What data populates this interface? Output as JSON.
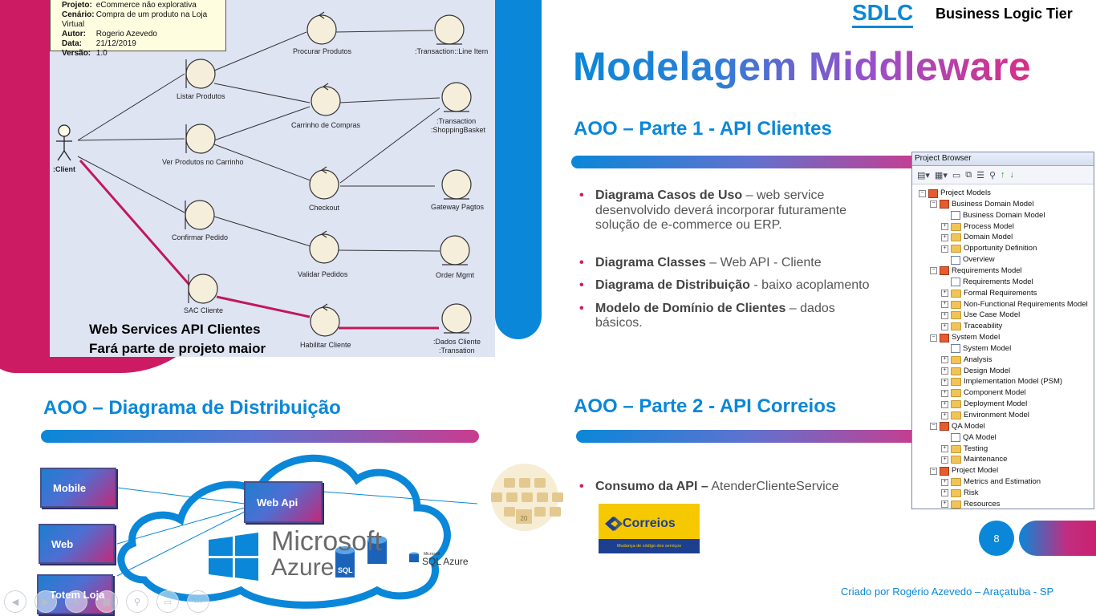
{
  "header": {
    "sdlc": "SDLC",
    "tier": "Business Logic Tier",
    "title": "Modelagem Middleware"
  },
  "uml": {
    "note": {
      "rows": [
        {
          "k": "Projeto:",
          "v": "eCommerce não explorativa"
        },
        {
          "k": "Cenário:",
          "v": "Compra de um produto na Loja Virtual"
        },
        {
          "k": "Autor:",
          "v": "Rogerio Azevedo"
        },
        {
          "k": "Data:",
          "v": "21/12/2019"
        },
        {
          "k": "Versão:",
          "v": "1.0"
        }
      ]
    },
    "actor": ":Client",
    "labels": {
      "procurar": "Procurar Produtos",
      "line_item": ":Transaction::Line Item",
      "listar": "Listar Produtos",
      "carrinho": "Carrinho de Compras",
      "shopping_1": ":Transaction",
      "shopping_2": ":ShoppingBasket",
      "ver": "Ver Produtos no Carrinho",
      "checkout": "Checkout",
      "gateway": "Gateway Pagtos",
      "confirmar": "Confirmar Pedido",
      "validar": "Validar Pedidos",
      "order": "Order Mgmt",
      "sac": "SAC Cliente",
      "habilitar": "Habilitar Cliente",
      "dados_1": ":Dados Cliente",
      "dados_2": ":Transation"
    },
    "caption_1": "Web Services API Clientes",
    "caption_2": "Fará parte de projeto maior"
  },
  "part1": {
    "title": "AOO – Parte 1 - API Clientes",
    "bullets": [
      {
        "strong": "Diagrama Casos de Uso",
        "text": " – web service desenvolvido deverá incorporar futuramente solução de e-commerce ou ERP."
      },
      {
        "strong": "Diagrama Classes",
        "text": " – Web API - Cliente"
      },
      {
        "strong": "Diagrama de Distribuição",
        "text": " - baixo acoplamento"
      },
      {
        "strong": "Modelo de Domínio de Clientes",
        "text": " – dados básicos."
      }
    ]
  },
  "part2": {
    "title": "AOO – Parte 2 - API Correios",
    "bullet_strong": "Consumo da API –",
    "bullet_text": " AtenderClienteService",
    "logo_name": "Correios",
    "logo_sub": "Mudança de código dos serviços"
  },
  "distribution": {
    "title": "AOO – Diagrama de Distribuição",
    "nodes": {
      "mobile": "Mobile",
      "web": "Web",
      "totem": "Totem Loja",
      "webapi": "Web Api"
    },
    "ms_1": "Microsoft",
    "ms_2": "Azure",
    "sql_badge": "SQL",
    "sql_small_1": "Microsoft",
    "sql_small_2": "SQL Azure",
    "widget_num": "20"
  },
  "project_browser": {
    "title": "Project Browser",
    "items": [
      {
        "label": "Project Models",
        "indent": 0,
        "icon": "pkg",
        "tog": "−"
      },
      {
        "label": "Business Domain Model",
        "indent": 1,
        "icon": "pkg",
        "tog": "−"
      },
      {
        "label": "Business Domain Model",
        "indent": 2,
        "icon": "diag",
        "tog": ""
      },
      {
        "label": "Process Model",
        "indent": 2,
        "icon": "fold",
        "tog": "+"
      },
      {
        "label": "Domain Model",
        "indent": 2,
        "icon": "fold",
        "tog": "+"
      },
      {
        "label": "Opportunity Definition",
        "indent": 2,
        "icon": "fold",
        "tog": "+"
      },
      {
        "label": "Overview",
        "indent": 2,
        "icon": "diag",
        "tog": ""
      },
      {
        "label": "Requirements Model",
        "indent": 1,
        "icon": "pkg",
        "tog": "−"
      },
      {
        "label": "Requirements Model",
        "indent": 2,
        "icon": "diag",
        "tog": ""
      },
      {
        "label": "Formal Requirements",
        "indent": 2,
        "icon": "fold",
        "tog": "+"
      },
      {
        "label": "Non-Functional Requirements Model",
        "indent": 2,
        "icon": "fold",
        "tog": "+"
      },
      {
        "label": "Use Case Model",
        "indent": 2,
        "icon": "fold",
        "tog": "+"
      },
      {
        "label": "Traceability",
        "indent": 2,
        "icon": "fold",
        "tog": "+"
      },
      {
        "label": "System Model",
        "indent": 1,
        "icon": "pkg",
        "tog": "−"
      },
      {
        "label": "System Model",
        "indent": 2,
        "icon": "diag",
        "tog": ""
      },
      {
        "label": "Analysis",
        "indent": 2,
        "icon": "fold",
        "tog": "+"
      },
      {
        "label": "Design Model",
        "indent": 2,
        "icon": "fold",
        "tog": "+"
      },
      {
        "label": "Implementation Model (PSM)",
        "indent": 2,
        "icon": "fold",
        "tog": "+"
      },
      {
        "label": "Component Model",
        "indent": 2,
        "icon": "fold",
        "tog": "+"
      },
      {
        "label": "Deployment Model",
        "indent": 2,
        "icon": "fold",
        "tog": "+"
      },
      {
        "label": "Environment Model",
        "indent": 2,
        "icon": "fold",
        "tog": "+"
      },
      {
        "label": "QA Model",
        "indent": 1,
        "icon": "pkg",
        "tog": "−"
      },
      {
        "label": "QA Model",
        "indent": 2,
        "icon": "diag",
        "tog": ""
      },
      {
        "label": "Testing",
        "indent": 2,
        "icon": "fold",
        "tog": "+"
      },
      {
        "label": "Maintenance",
        "indent": 2,
        "icon": "fold",
        "tog": "+"
      },
      {
        "label": "Project Model",
        "indent": 1,
        "icon": "pkg",
        "tog": "−"
      },
      {
        "label": "Metrics and Estimation",
        "indent": 2,
        "icon": "fold",
        "tog": "+"
      },
      {
        "label": "Risk",
        "indent": 2,
        "icon": "fold",
        "tog": "+"
      },
      {
        "label": "Resources",
        "indent": 2,
        "icon": "fold",
        "tog": "+"
      }
    ]
  },
  "page_number": "8",
  "footer": "Criado por Rogério Azevedo – Araçatuba - SP",
  "colors": {
    "blue": "#0a87d8",
    "pink": "#cc1b63",
    "purple": "#9b4fc9"
  }
}
